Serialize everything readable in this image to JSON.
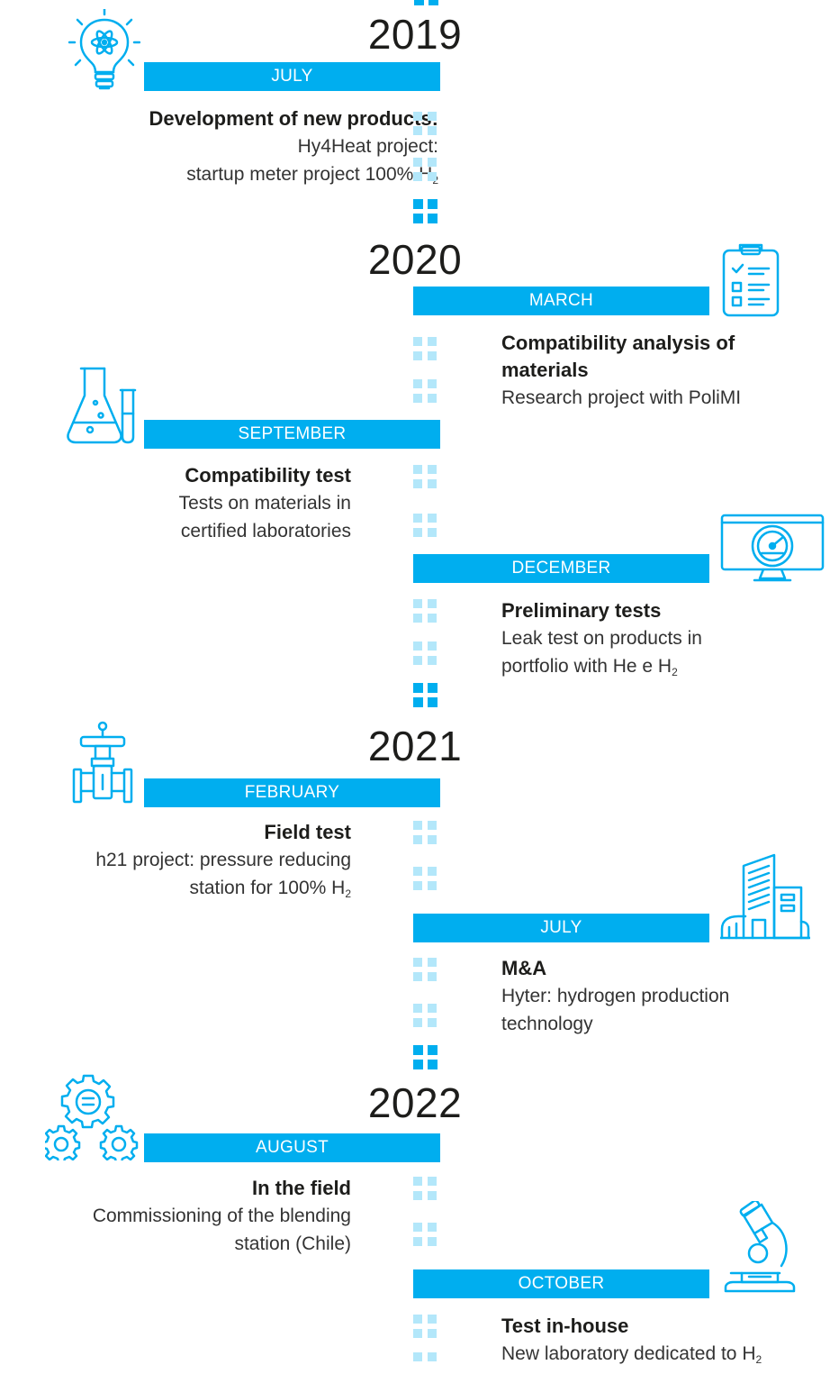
{
  "timeline": {
    "accent_color": "#00aeef",
    "years": [
      {
        "year": "2019",
        "events": [
          {
            "month": "JULY",
            "title": "Development of new products:",
            "desc_line1": "Hy4Heat project:",
            "desc_line2": "startup meter project 100% H",
            "desc_sub": "2",
            "icon": "lightbulb-atom-icon"
          }
        ]
      },
      {
        "year": "2020",
        "events": [
          {
            "month": "MARCH",
            "title_line1": "Compatibility analysis of",
            "title_line2": "materials",
            "desc_line1": "Research project with PoliMI",
            "icon": "clipboard-checklist-icon"
          },
          {
            "month": "SEPTEMBER",
            "title": "Compatibility test",
            "desc_line1": "Tests on materials in",
            "desc_line2": "certified laboratories",
            "icon": "lab-flask-icon"
          },
          {
            "month": "DECEMBER",
            "title": "Preliminary tests",
            "desc_line1": "Leak test on products in",
            "desc_line2": "portfolio with He e H",
            "desc_sub": "2",
            "icon": "monitor-gauge-icon"
          }
        ]
      },
      {
        "year": "2021",
        "events": [
          {
            "month": "FEBRUARY",
            "title": "Field test",
            "desc_line1": "h21 project: pressure reducing",
            "desc_line2": "station for 100% H",
            "desc_sub": "2",
            "icon": "valve-icon"
          },
          {
            "month": "JULY",
            "title": "M&A",
            "desc_line1": "Hyter: hydrogen production",
            "desc_line2": "technology",
            "icon": "buildings-icon"
          }
        ]
      },
      {
        "year": "2022",
        "events": [
          {
            "month": "AUGUST",
            "title": "In the field",
            "desc_line1": "Commissioning of the blending",
            "desc_line2": "station (Chile)",
            "icon": "gears-icon"
          },
          {
            "month": "OCTOBER",
            "title": "Test in-house",
            "desc_line1": "New laboratory dedicated to H",
            "desc_sub": "2",
            "icon": "microscope-icon"
          }
        ]
      }
    ]
  }
}
